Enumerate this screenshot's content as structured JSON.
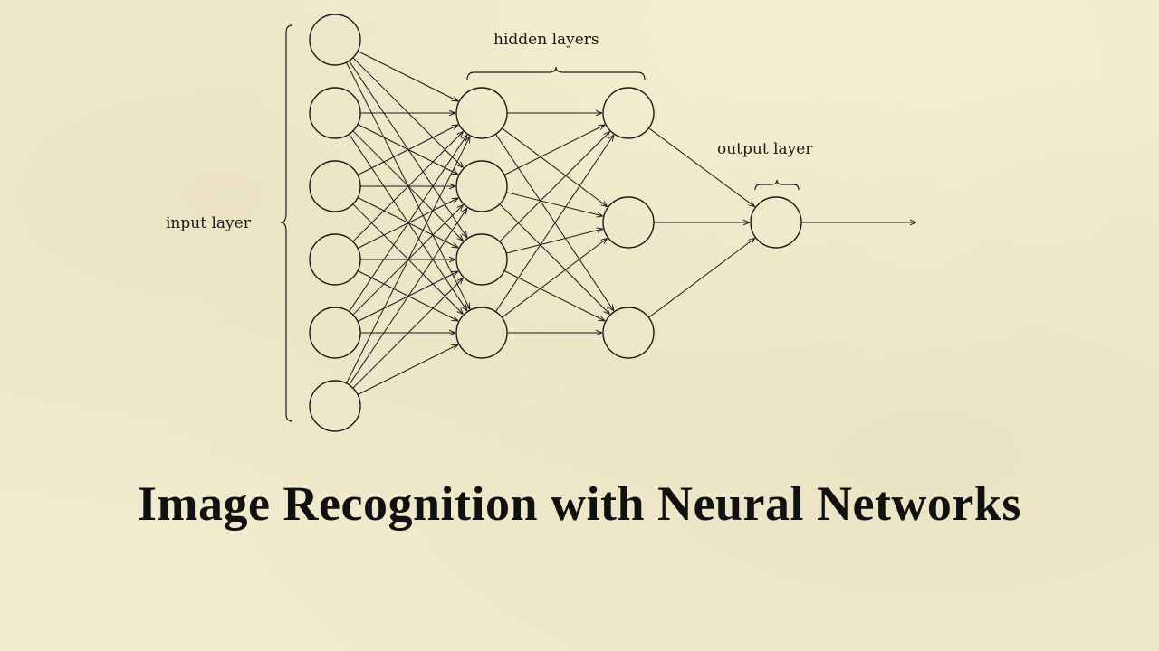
{
  "title": "Image Recognition with Neural Networks",
  "diagram": {
    "labels": {
      "input_layer": "input layer",
      "hidden_layers": "hidden layers",
      "output_layer": "output layer"
    },
    "layers": [
      {
        "name": "input",
        "neurons": 6
      },
      {
        "name": "hidden-1",
        "neurons": 4
      },
      {
        "name": "hidden-2",
        "neurons": 3
      },
      {
        "name": "output",
        "neurons": 1
      }
    ],
    "connectivity": "fully-connected",
    "output_arrow": true
  }
}
